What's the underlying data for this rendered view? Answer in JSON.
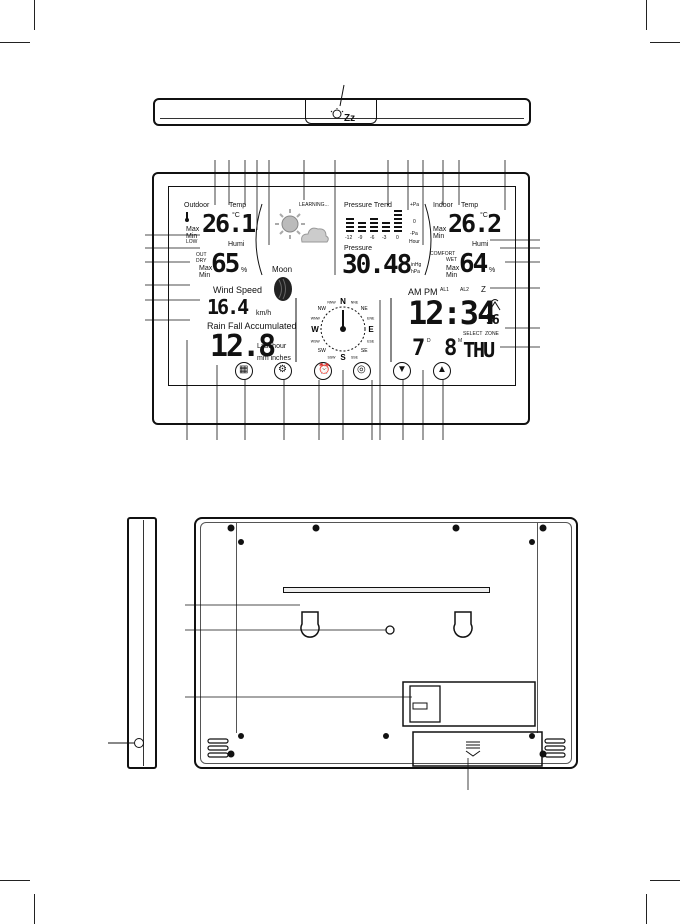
{
  "top_view": {
    "backlight_snooze_label": "Zz"
  },
  "outdoor": {
    "title": "Outdoor",
    "temp_label": "Temp",
    "temp_value": "26.1",
    "temp_unit": "°C",
    "max_label": "Max",
    "min_label": "Min",
    "humi_label": "Humi",
    "humi_value": "65",
    "humi_unit": "%",
    "humi_max_label": "Max",
    "humi_min_label": "Min",
    "low_label": "LOW",
    "out_label": "OUT",
    "dry_label": "DRY"
  },
  "forecast": {
    "learning_label": "LEARNING..."
  },
  "moon": {
    "label": "Moon"
  },
  "pressure": {
    "trend_label": "Pressure Trend",
    "label": "Pressure",
    "value": "30.48",
    "unit_inhg": "inHg",
    "unit_hpa": "hPa",
    "trend_ticks": [
      "-12",
      "-9",
      "-6",
      "-3",
      "0"
    ],
    "scale_labels": [
      "+Pa",
      "0",
      "-Pa"
    ],
    "hour_label": "Hour"
  },
  "indoor": {
    "title": "Indoor",
    "temp_label": "Temp",
    "temp_value": "26.2",
    "temp_unit": "°C",
    "max_label": "Max",
    "min_label": "Min",
    "humi_label": "Humi",
    "humi_value": "64",
    "humi_unit": "%",
    "humi_max_label": "Max",
    "humi_min_label": "Min",
    "comfort_label": "COMFORT",
    "wet_label": "WET"
  },
  "wind": {
    "title": "Wind Speed",
    "value": "16.4",
    "unit": "km/h",
    "directions": [
      "N",
      "NNE",
      "NE",
      "ENE",
      "E",
      "ESE",
      "SE",
      "SSE",
      "S",
      "SSW",
      "SW",
      "WSW",
      "W",
      "WNW",
      "NW",
      "NNW"
    ]
  },
  "rain": {
    "title": "Rain Fall Accumulated",
    "value": "12.8",
    "period": "Last hour",
    "unit": "mm inches"
  },
  "clock": {
    "am_pm": "AM PM",
    "time": "12:34",
    "seconds": "56",
    "alarm_flags": [
      "AL1",
      "AL2",
      "Z"
    ],
    "day": "7",
    "day_suffix": "D",
    "month": "8",
    "month_suffix": "M",
    "select_label": "SELECT",
    "zone_label": "ZONE",
    "weekday": "THU"
  },
  "buttons": [
    {
      "name": "channel-button-icon",
      "glyph": "▦"
    },
    {
      "name": "settings-button-icon",
      "glyph": "⚙"
    },
    {
      "name": "alarm-button-icon",
      "glyph": "⏰"
    },
    {
      "name": "history-button-icon",
      "glyph": "◎"
    },
    {
      "name": "down-button-icon",
      "glyph": "▼"
    },
    {
      "name": "up-button-icon",
      "glyph": "▲"
    }
  ]
}
